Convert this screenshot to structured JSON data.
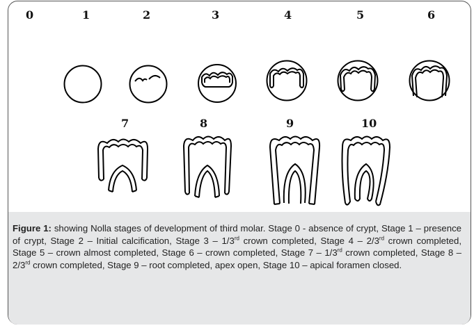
{
  "stages": [
    {
      "label": "0",
      "drawing": "none"
    },
    {
      "label": "1",
      "drawing": "empty crypt"
    },
    {
      "label": "2",
      "drawing": "initial calcification"
    },
    {
      "label": "3",
      "drawing": "one third crown"
    },
    {
      "label": "4",
      "drawing": "two thirds crown"
    },
    {
      "label": "5",
      "drawing": "crown almost complete"
    },
    {
      "label": "6",
      "drawing": "crown complete"
    },
    {
      "label": "7",
      "drawing": "one third root"
    },
    {
      "label": "8",
      "drawing": "two thirds root"
    },
    {
      "label": "9",
      "drawing": "root complete apex open"
    },
    {
      "label": "10",
      "drawing": "apical foramen closed"
    }
  ],
  "caption": {
    "label": "Figure 1:",
    "text": [
      " showing Nolla stages of development of third molar. Stage 0 - absence of crypt, Stage 1 – presence of crypt, Stage 2 – Initial calcification, Stage 3 – 1/3",
      "rd",
      " crown completed, Stage 4 – 2/3",
      "rd",
      " crown completed, Stage 5 – crown almost completed, Stage 6 – crown completed, Stage 7 – 1/3",
      "rd",
      " crown completed, Stage 8 – 2/3",
      "rd",
      " crown completed, Stage 9 – root completed, apex open, Stage 10 – apical foramen closed."
    ]
  },
  "colors": {
    "stroke": "#000000",
    "caption_background": "#e6e7e8",
    "border": "#555555"
  }
}
